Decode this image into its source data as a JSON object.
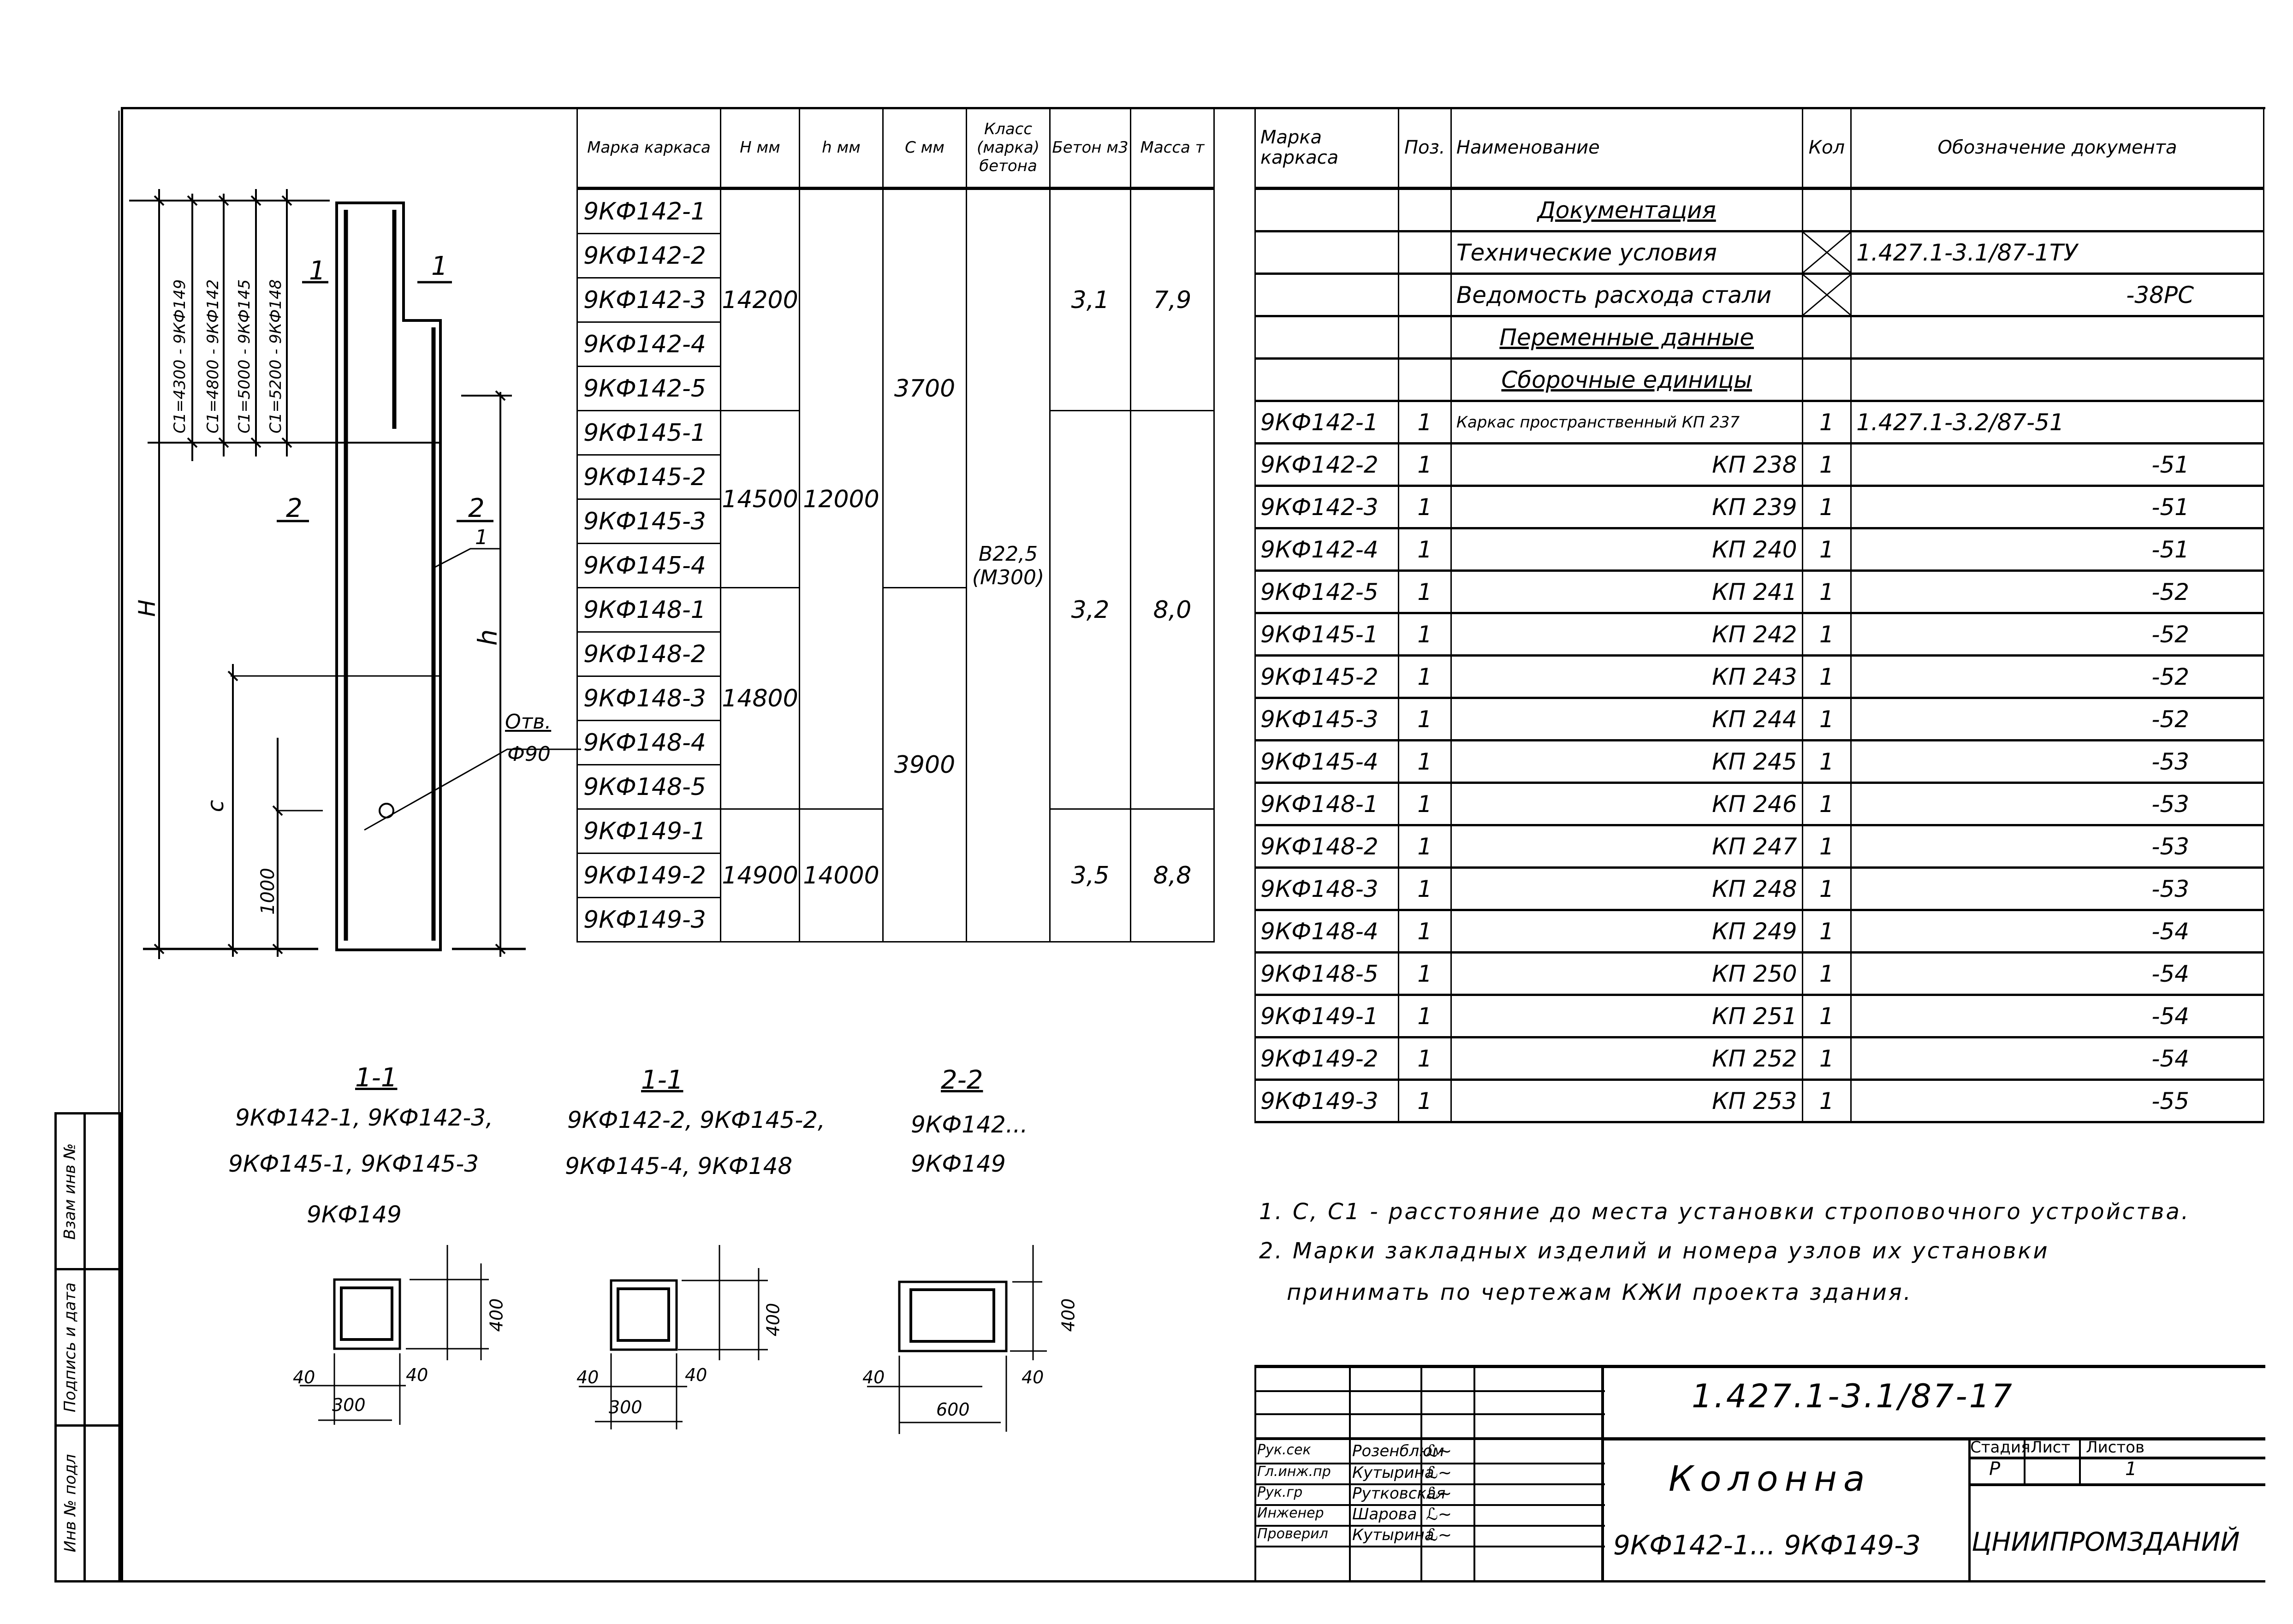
{
  "side_stamp": {
    "cells": [
      "Взам инв №",
      "Подпись и дата",
      "Инв № подл"
    ]
  },
  "elevation": {
    "label_H": "H",
    "label_h": "h",
    "label_c": "c",
    "dim_1000": "1000",
    "section_marks": [
      "1",
      "1",
      "2",
      "2"
    ],
    "leader_pos": "1",
    "hole_note_top": "Отв.",
    "hole_note_bottom": "Ф90",
    "c1_dims": [
      "C1=4300 - 9КФ149",
      "C1=4800 - 9КФ142",
      "C1=5000 - 9КФ145",
      "C1=5200 - 9КФ148"
    ]
  },
  "params_table": {
    "headers": [
      "Марка каркаса",
      "H мм",
      "h мм",
      "C мм",
      "Класс (марка) бетона",
      "Бетон м3",
      "Масса т"
    ],
    "marks": [
      "9КФ142-1",
      "9КФ142-2",
      "9КФ142-3",
      "9КФ142-4",
      "9КФ142-5",
      "9КФ145-1",
      "9КФ145-2",
      "9КФ145-3",
      "9КФ145-4",
      "9КФ148-1",
      "9КФ148-2",
      "9КФ148-3",
      "9КФ148-4",
      "9КФ148-5",
      "9КФ149-1",
      "9КФ149-2",
      "9КФ149-3"
    ],
    "H_groups": [
      {
        "value": "14200",
        "rows": 5
      },
      {
        "value": "14500",
        "rows": 4
      },
      {
        "value": "14800",
        "rows": 5
      },
      {
        "value": "14900",
        "rows": 3
      }
    ],
    "h_groups": [
      {
        "value": "12000",
        "rows": 14
      },
      {
        "value": "14000",
        "rows": 3
      }
    ],
    "C_groups": [
      {
        "value": "3700",
        "rows": 9
      },
      {
        "value": "3900",
        "rows": 8
      }
    ],
    "concrete_class": "В22,5 (М300)",
    "volume_groups": [
      {
        "value": "3,1",
        "rows": 5
      },
      {
        "value": "3,2",
        "rows": 9
      },
      {
        "value": "3,5",
        "rows": 3
      }
    ],
    "mass_groups": [
      {
        "value": "7,9",
        "rows": 5
      },
      {
        "value": "8,0",
        "rows": 9
      },
      {
        "value": "8,8",
        "rows": 3
      }
    ]
  },
  "spec_table": {
    "headers": [
      "Марка каркаса",
      "Поз.",
      "Наименование",
      "Кол",
      "Обозначение документа"
    ],
    "sections": {
      "documentation": "Документация",
      "variable": "Переменные данные",
      "assemblies": "Сборочные единицы"
    },
    "docs": [
      {
        "name": "Технические условия",
        "designation": "1.427.1-3.1/87-1ТУ"
      },
      {
        "name": "Ведомость расхода стали",
        "designation": "-38РС"
      }
    ],
    "rows": [
      {
        "mark": "9КФ142-1",
        "pos": "1",
        "name": "Каркас пространственный КП 237",
        "qty": "1",
        "doc": "1.427.1-3.2/87-51"
      },
      {
        "mark": "9КФ142-2",
        "pos": "1",
        "name": "КП 238",
        "qty": "1",
        "doc": "-51"
      },
      {
        "mark": "9КФ142-3",
        "pos": "1",
        "name": "КП 239",
        "qty": "1",
        "doc": "-51"
      },
      {
        "mark": "9КФ142-4",
        "pos": "1",
        "name": "КП 240",
        "qty": "1",
        "doc": "-51"
      },
      {
        "mark": "9КФ142-5",
        "pos": "1",
        "name": "КП 241",
        "qty": "1",
        "doc": "-52"
      },
      {
        "mark": "9КФ145-1",
        "pos": "1",
        "name": "КП 242",
        "qty": "1",
        "doc": "-52"
      },
      {
        "mark": "9КФ145-2",
        "pos": "1",
        "name": "КП 243",
        "qty": "1",
        "doc": "-52"
      },
      {
        "mark": "9КФ145-3",
        "pos": "1",
        "name": "КП 244",
        "qty": "1",
        "doc": "-52"
      },
      {
        "mark": "9КФ145-4",
        "pos": "1",
        "name": "КП 245",
        "qty": "1",
        "doc": "-53"
      },
      {
        "mark": "9КФ148-1",
        "pos": "1",
        "name": "КП 246",
        "qty": "1",
        "doc": "-53"
      },
      {
        "mark": "9КФ148-2",
        "pos": "1",
        "name": "КП 247",
        "qty": "1",
        "doc": "-53"
      },
      {
        "mark": "9КФ148-3",
        "pos": "1",
        "name": "КП 248",
        "qty": "1",
        "doc": "-53"
      },
      {
        "mark": "9КФ148-4",
        "pos": "1",
        "name": "КП 249",
        "qty": "1",
        "doc": "-54"
      },
      {
        "mark": "9КФ148-5",
        "pos": "1",
        "name": "КП 250",
        "qty": "1",
        "doc": "-54"
      },
      {
        "mark": "9КФ149-1",
        "pos": "1",
        "name": "КП 251",
        "qty": "1",
        "doc": "-54"
      },
      {
        "mark": "9КФ149-2",
        "pos": "1",
        "name": "КП 252",
        "qty": "1",
        "doc": "-54"
      },
      {
        "mark": "9КФ149-3",
        "pos": "1",
        "name": "КП 253",
        "qty": "1",
        "doc": "-55"
      }
    ]
  },
  "sections": [
    {
      "title": "1-1",
      "marks": [
        "9КФ142-1, 9КФ142-3,",
        "9КФ145-1, 9КФ145-3",
        "9КФ149"
      ],
      "width": "300",
      "height": "400",
      "cover": "40"
    },
    {
      "title": "1-1",
      "marks": [
        "9КФ142-2, 9КФ145-2,",
        "9КФ145-4, 9КФ148"
      ],
      "width": "300",
      "height": "400",
      "cover": "40"
    },
    {
      "title": "2-2",
      "marks": [
        "9КФ142...",
        "9КФ149"
      ],
      "width": "600",
      "height": "400",
      "cover": "40"
    }
  ],
  "notes": [
    "1. C, C1 - расстояние до места установки строповочного устройства.",
    "2. Марки закладных изделий и номера узлов их установки",
    "принимать по чертежам КЖИ проекта здания."
  ],
  "title_block": {
    "doc_code": "1.427.1-3.1/87-17",
    "title": "Колонна",
    "subtitle": "9КФ142-1... 9КФ149-3",
    "stage_label": "Стадия",
    "sheet_label": "Лист",
    "sheets_label": "Листов",
    "stage": "Р",
    "sheet": "",
    "sheets": "1",
    "organization": "ЦНИИПРОМЗДАНИЙ",
    "signatories": [
      {
        "role": "Рук.сек",
        "name": "Розенблюм",
        "sign": "signature"
      },
      {
        "role": "Гл.инж.пр",
        "name": "Кутырина",
        "sign": "signature"
      },
      {
        "role": "Рук.гр",
        "name": "Рутковская",
        "sign": "signature"
      },
      {
        "role": "Инженер",
        "name": "Шарова",
        "sign": "signature"
      },
      {
        "role": "Проверил",
        "name": "Кутырина",
        "sign": "signature"
      }
    ]
  }
}
